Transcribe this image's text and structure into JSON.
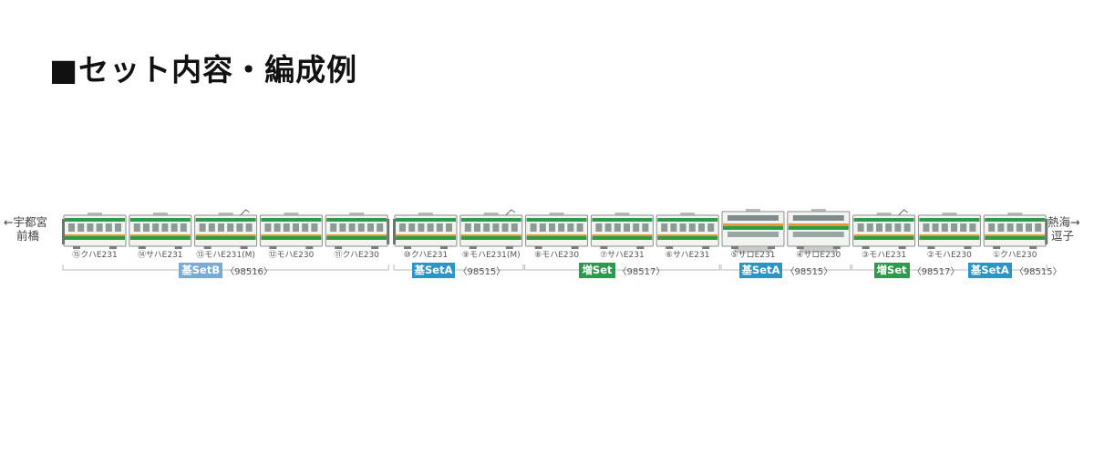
{
  "title": "■セット内容・編成例",
  "destinations": {
    "left": {
      "line1": "←宇都宮",
      "line2": "前橋"
    },
    "right": {
      "line1": "熱海→",
      "line2": "逗子"
    }
  },
  "colors": {
    "body": "#f2f4f1",
    "band_green": "#2f9a4a",
    "band_orange": "#e79b2c",
    "outline": "#8a8f8a",
    "set_base_a": "#2b95c7",
    "set_base_b": "#7aaad6",
    "set_add": "#2e9a4c"
  },
  "cars": [
    {
      "label": "⑮クハE231",
      "type": "cab-left"
    },
    {
      "label": "⑭サハE231",
      "type": "std"
    },
    {
      "label": "⑬モハE231(M)",
      "type": "pantograph"
    },
    {
      "label": "⑫モハE230",
      "type": "std"
    },
    {
      "label": "⑪クハE230",
      "type": "cab-right"
    },
    {
      "label": "⑩クハE231",
      "type": "cab-left"
    },
    {
      "label": "⑨モハE231(M)",
      "type": "pantograph"
    },
    {
      "label": "⑧モハE230",
      "type": "std"
    },
    {
      "label": "⑦サハE231",
      "type": "std"
    },
    {
      "label": "⑥サハE231",
      "type": "std"
    },
    {
      "label": "⑤サロE231",
      "type": "green-car"
    },
    {
      "label": "④サロE230",
      "type": "green-car"
    },
    {
      "label": "③モハE231",
      "type": "pantograph"
    },
    {
      "label": "②モハE230",
      "type": "std"
    },
    {
      "label": "①クハE230",
      "type": "cab-right"
    }
  ],
  "sets": [
    {
      "name": "基SetB",
      "code": "〈98516〉",
      "kind": "base_b",
      "from": 0,
      "to": 4
    },
    {
      "name": "基SetA",
      "code": "〈98515〉",
      "kind": "base_a",
      "from": 5,
      "to": 6
    },
    {
      "name": "増Set",
      "code": "〈98517〉",
      "kind": "add",
      "from": 7,
      "to": 9
    },
    {
      "name": "基SetA",
      "code": "〈98515〉",
      "kind": "base_a",
      "from": 10,
      "to": 11
    },
    {
      "name": "増Set",
      "code": "〈98517〉",
      "kind": "add",
      "from": 12,
      "to": 13
    },
    {
      "name": "基SetA",
      "code": "〈98515〉",
      "kind": "base_a",
      "from": 14,
      "to": 14
    }
  ]
}
